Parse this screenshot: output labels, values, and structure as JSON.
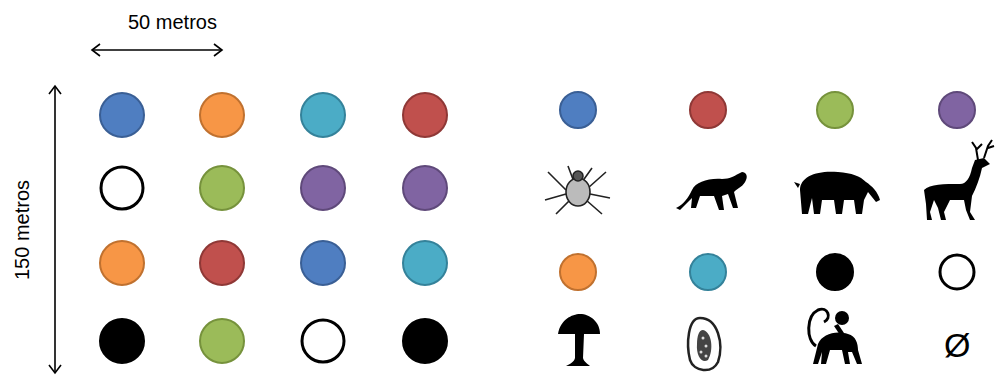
{
  "diagram": {
    "labels": [
      "50 metros",
      "150 metros",
      "Ø"
    ]
  }
}
